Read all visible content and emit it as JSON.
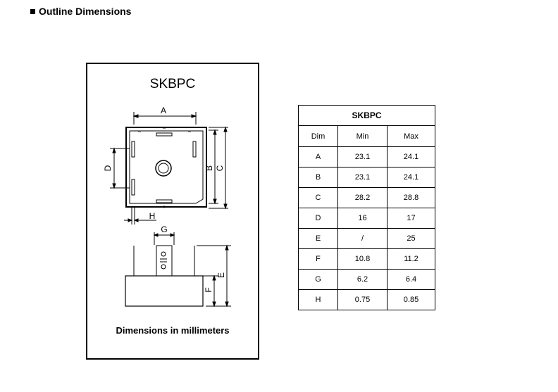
{
  "section": {
    "title": "Outline Dimensions"
  },
  "drawing": {
    "package_name": "SKBPC",
    "caption": "Dimensions in  millimeters",
    "labels": {
      "A": "A",
      "B": "B",
      "C": "C",
      "D": "D",
      "E": "E",
      "F": "F",
      "G": "G",
      "H": "H"
    },
    "pin_marks": {
      "minus": "−",
      "plus": "+",
      "tilde_top_left": "~",
      "tilde_top_right": "~"
    }
  },
  "table": {
    "title": "SKBPC",
    "headers": [
      "Dim",
      "Min",
      "Max"
    ],
    "rows": [
      [
        "A",
        "23.1",
        "24.1"
      ],
      [
        "B",
        "23.1",
        "24.1"
      ],
      [
        "C",
        "28.2",
        "28.8"
      ],
      [
        "D",
        "16",
        "17"
      ],
      [
        "E",
        "/",
        "25"
      ],
      [
        "F",
        "10.8",
        "11.2"
      ],
      [
        "G",
        "6.2",
        "6.4"
      ],
      [
        "H",
        "0.75",
        "0.85"
      ]
    ]
  }
}
